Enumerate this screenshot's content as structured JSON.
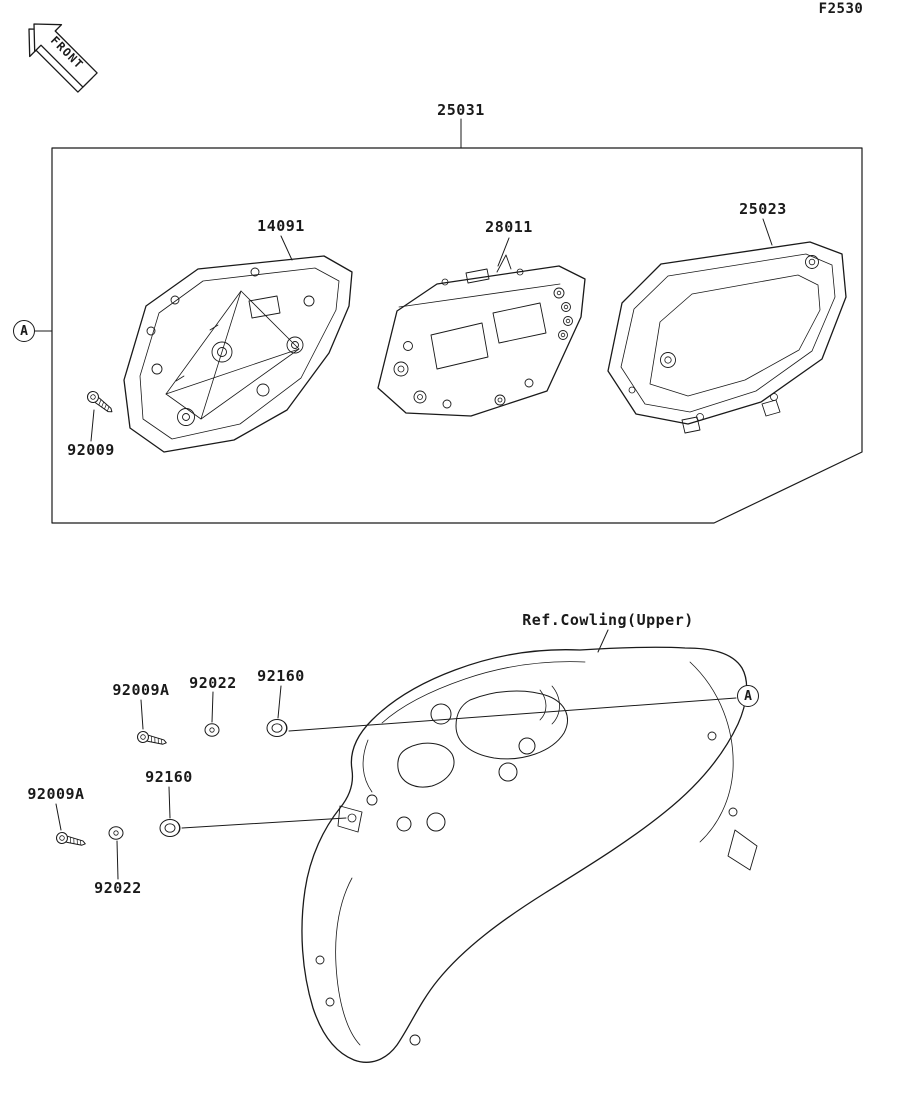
{
  "figure": {
    "code": "F2530",
    "front_label": "FRONT"
  },
  "diagram": {
    "ref_label": "Ref.Cowling(Upper)",
    "callout_a": "A"
  },
  "labels": {
    "assembly": "25031",
    "case": "14091",
    "meter": "28011",
    "cover": "25023",
    "screw": "92009",
    "screw_a_top": "92009A",
    "washer_top": "92022",
    "damper_top": "92160",
    "screw_a_bottom": "92009A",
    "damper_bottom": "92160",
    "washer_bottom": "92022"
  },
  "colors": {
    "line": "#1a1a1a",
    "background": "#ffffff"
  }
}
